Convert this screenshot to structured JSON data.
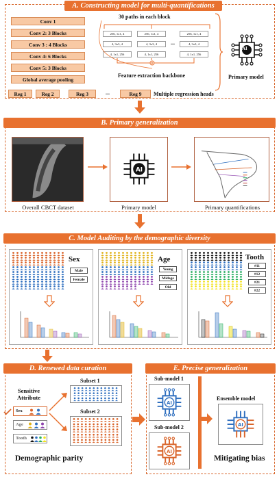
{
  "colors": {
    "accent": "#e8712f",
    "box_fill": "#f8c9a4",
    "blue": "#2f6fbf",
    "orange": "#d9642a"
  },
  "section_a": {
    "title": "A. Constructing model for multi-quantifications",
    "blocks": [
      "Conv 1",
      "Conv 2: 3 Blocks",
      "Conv 3 : 4 Blocks",
      "Conv 4: 6 Blocks",
      "Conv 5: 3 Blocks",
      "Global average pooling"
    ],
    "heads": [
      "Reg 1",
      "Reg 2",
      "Reg 3",
      "...",
      "Reg 9"
    ],
    "paths_label": "30 paths in each block",
    "path_cells": [
      "256, 1x1, 4",
      "4, 3x3, 4",
      "4, 1x1, 256"
    ],
    "path_dots": "...",
    "backbone_label": "Feature extraction backbone",
    "heads_label": "Multiple regression heads",
    "model_label": "Primary model",
    "ai_text": "AI"
  },
  "section_b": {
    "title": "B. Primary generalization",
    "captions": [
      "Overall CBCT dataset",
      "Primary model",
      "Primary quantifications"
    ]
  },
  "section_c": {
    "title": "C. Model Auditing by the demographic diversity",
    "groups": [
      {
        "name": "Sex",
        "items": [
          "Male",
          "Female"
        ]
      },
      {
        "name": "Age",
        "items": [
          "Young",
          "Midage",
          "Old"
        ]
      },
      {
        "name": "Tooth",
        "items": [
          "#11",
          "#12",
          "#21",
          "#22"
        ]
      }
    ]
  },
  "section_d": {
    "title": "D. Renewed data curation",
    "attribute_label": "Sensitive Attribute",
    "attributes": [
      "Sex",
      "Age",
      "Tooth"
    ],
    "subsets": [
      "Subset 1",
      "Subset 2"
    ],
    "footer": "Demographic parity"
  },
  "section_e": {
    "title": "E. Precise generalization",
    "submodels": [
      "Sub-model 1",
      "Sub-model 2"
    ],
    "ensemble": "Ensemble model",
    "footer": "Mitigating bias"
  }
}
